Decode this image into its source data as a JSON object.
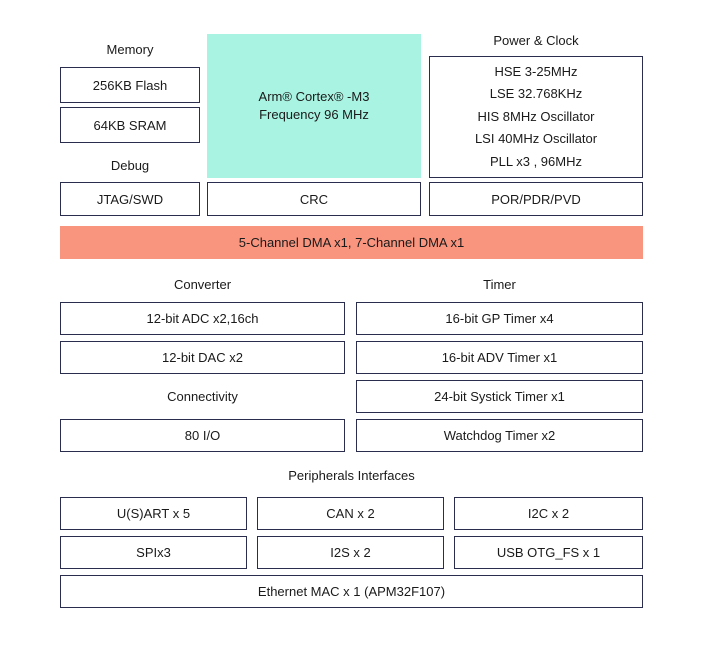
{
  "memory": {
    "heading": "Memory",
    "flash": "256KB Flash",
    "sram": "64KB SRAM"
  },
  "debug": {
    "heading": "Debug",
    "jtag": "JTAG/SWD"
  },
  "core": {
    "line1": "Arm® Cortex® -M3",
    "line2": "Frequency 96 MHz",
    "crc": "CRC"
  },
  "power": {
    "heading": "Power & Clock",
    "items": [
      "HSE 3-25MHz",
      "LSE 32.768KHz",
      "HIS 8MHz Oscillator",
      "LSI 40MHz Oscillator",
      "PLL x3 ,  96MHz"
    ],
    "por": "POR/PDR/PVD"
  },
  "dma": {
    "label": "5-Channel DMA x1, 7-Channel DMA x1"
  },
  "converter": {
    "heading": "Converter",
    "adc": "12-bit ADC x2,16ch",
    "dac": "12-bit DAC x2"
  },
  "connectivity": {
    "heading": "Connectivity",
    "io": "80 I/O"
  },
  "timer": {
    "heading": "Timer",
    "gp": "16-bit GP Timer x4",
    "adv": "16-bit  ADV Timer x1",
    "systick": "24-bit  Systick Timer x1",
    "watchdog": "Watchdog Timer x2"
  },
  "peripherals": {
    "heading": "Peripherals Interfaces",
    "usart": "U(S)ART x 5",
    "can": "CAN x 2",
    "i2c": "I2C x 2",
    "spi": "SPIx3",
    "i2s": "I2S x 2",
    "usb": "USB OTG_FS x 1",
    "ethernet": "Ethernet MAC x 1 (APM32F107)"
  },
  "colors": {
    "border": "#2b2d4e",
    "core": "#a8f3e1",
    "dma": "#f9957e"
  }
}
